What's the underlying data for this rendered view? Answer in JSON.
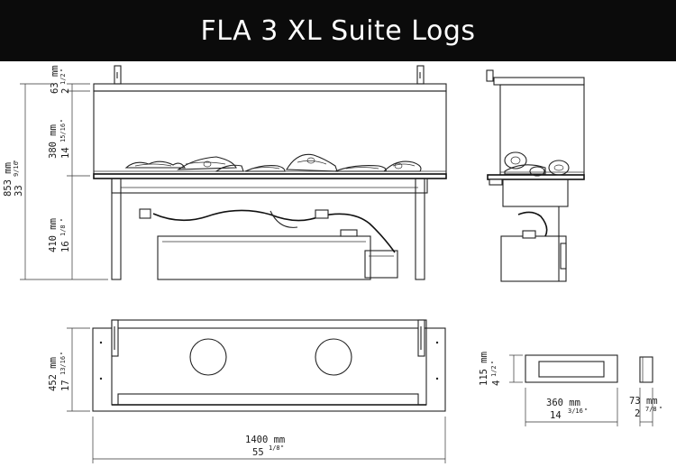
{
  "title": "FLA 3 XL Suite Logs",
  "dimensions": {
    "total_height": {
      "mm": "853 mm",
      "in_whole": "33",
      "in_frac": "9/16",
      "in_mark": "\""
    },
    "top_frame": {
      "mm": "63 mm",
      "in_whole": "2",
      "in_frac": "1/2",
      "in_mark": "\""
    },
    "glass": {
      "mm": "380 mm",
      "in_whole": "14",
      "in_frac": "15/16",
      "in_mark": "\""
    },
    "legs": {
      "mm": "410 mm",
      "in_whole": "16",
      "in_frac": "1/8",
      "in_mark": "\""
    },
    "depth": {
      "mm": "452 mm",
      "in_whole": "17",
      "in_frac": "13/16",
      "in_mark": "\""
    },
    "width": {
      "mm": "1400 mm",
      "in_whole": "55",
      "in_frac": "1/8",
      "in_mark": "\""
    },
    "vent_height": {
      "mm": "115 mm",
      "in_whole": "4",
      "in_frac": "1/2",
      "in_mark": "\""
    },
    "vent_width": {
      "mm": "360 mm",
      "in_whole": "14",
      "in_frac": "3/16",
      "in_mark": "\""
    },
    "vent_depth": {
      "mm": "73 mm",
      "in_whole": "2",
      "in_frac": "7/8",
      "in_mark": "\""
    }
  }
}
